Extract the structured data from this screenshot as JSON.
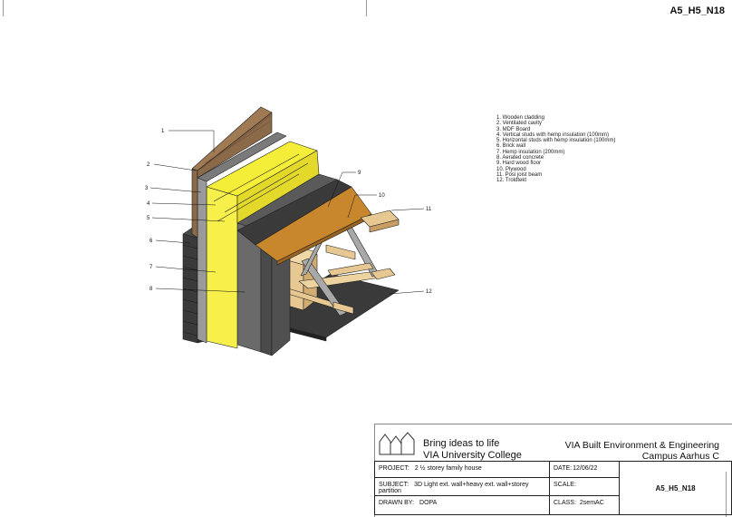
{
  "sheet_code": "A5_H5_N18",
  "legend": [
    "1. Wooden cladding",
    "2. Ventilated cavity",
    "3. MDF Board",
    "4. Vertical studs with hemp insulation (100mm)",
    "5. Horizontal studs with hemp insulation (100mm)",
    "6. Brick wall",
    "7. Hemp insulation (200mm)",
    "8. Aerated concrete",
    "9. Hard wood floor",
    "10. Plywood",
    "11. Posi joist beam",
    "12. Troldtekt"
  ],
  "callouts": [
    "1",
    "2",
    "3",
    "4",
    "5",
    "6",
    "7",
    "8",
    "9",
    "10",
    "11",
    "12"
  ],
  "title_block": {
    "slogan_line1": "Bring ideas to life",
    "slogan_line2": "VIA University College",
    "org_line1": "VIA Built Environment & Engineering",
    "org_line2": "Campus Aarhus C",
    "project_label": "PROJECT:",
    "project_value": "2 ½ storey family house",
    "date_label": "DATE:",
    "date_value": "12/06/22",
    "subject_label": "SUBJECT:",
    "subject_value": "3D Light ext. wall+heavy ext. wall+storey partition",
    "scale_label": "SCALE:",
    "scale_value": "",
    "drawn_label": "DRAWN BY:",
    "drawn_value": "DOPA",
    "class_label": "CLASS:",
    "class_value": "2semAC",
    "sheet_code": "A5_H5_N18"
  },
  "colors": {
    "wood_cladding": "#8b6a4a",
    "insulation": "#f5ee38",
    "concrete_dark": "#555555",
    "brick": "#3a3a3a",
    "plywood": "#c8872c",
    "timber": "#e8c892",
    "joist_web": "#a8a8a8",
    "troldtekt": "#333333"
  }
}
